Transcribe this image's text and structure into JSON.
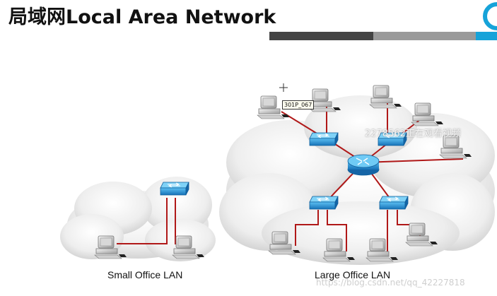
{
  "title": "局域网Local Area Network",
  "colors": {
    "bar_dark": "#444444",
    "bar_mid": "#9a9a9a",
    "bar_blue": "#16a3d9",
    "link": "#b01818",
    "switch": "#1e8fd6",
    "router": "#1e8fd6"
  },
  "captions": {
    "small_office": "Small Office LAN",
    "large_office": "Large Office LAN"
  },
  "tag_label": "301P_067",
  "overlay_text": "2278562正在观看视频",
  "watermark": "https://blog.csdn.net/qq_42227818",
  "icons": [
    "cloud-icon",
    "switch-icon",
    "router-icon",
    "pc-icon",
    "cursor-icon"
  ]
}
